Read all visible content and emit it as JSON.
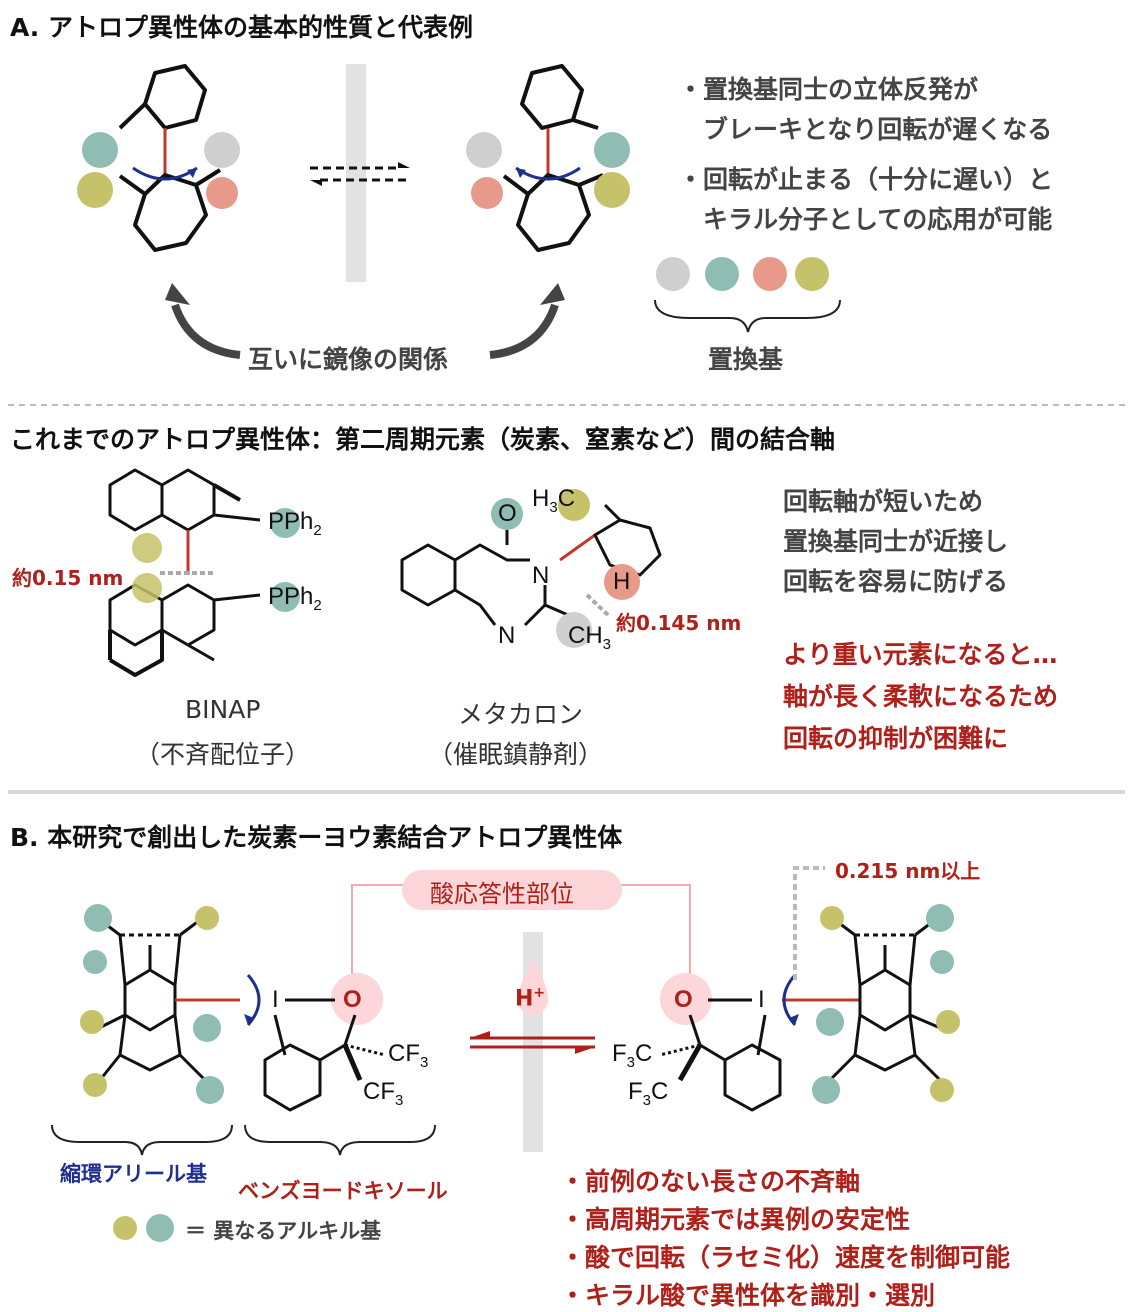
{
  "section_a": {
    "title": "A. アトロプ異性体の基本的性質と代表例",
    "bullet_1_line1": "・置換基同士の立体反発が",
    "bullet_1_line2": "ブレーキとなり回転が遅くなる",
    "bullet_2_line1": "・回転が止まる（十分に遅い）と",
    "bullet_2_line2": "キラル分子としての応用が可能",
    "substituent_label": "置換基",
    "mirror_label": "互いに鏡像の関係"
  },
  "section_prev": {
    "title": "これまでのアトロプ異性体：第二周期元素（炭素、窒素など）間の結合軸",
    "binap_name": "BINAP",
    "binap_desc": "（不斉配位子）",
    "binap_distance": "約0.15 nm",
    "binap_pph2": "PPh",
    "binap_sub": "2",
    "methaqualone_name": "メタカロン",
    "methaqualone_desc": "（催眠鎮静剤）",
    "methaqualone_distance": "約0.145 nm",
    "note_line1": "回転軸が短いため",
    "note_line2": "置換基同士が近接し",
    "note_line3": "回転を容易に防げる",
    "red_line1": "より重い元素になると…",
    "red_line2": "軸が長く柔軟になるため",
    "red_line3": "回転の抑制が困難に"
  },
  "section_b": {
    "title": "B. 本研究で創出した炭素ーヨウ素結合アトロプ異性体",
    "acid_site_label": "酸応答性部位",
    "distance_label": "0.215 nm以上",
    "proton_label": "H",
    "proton_charge": "+",
    "fused_aryl_label": "縮環アリール基",
    "benziodoxole_label": "ベンズヨードキソール",
    "alkyl_legend": "＝ 異なるアルキル基",
    "feature_1": "・前例のない長さの不斉軸",
    "feature_2": "・高周期元素では異例の安定性",
    "feature_3": "・酸で回転（ラセミ化）速度を制御可能",
    "feature_4": "・キラル酸で異性体を識別・選別"
  },
  "colors": {
    "grey_ball": "#cfcfcf",
    "teal_ball": "#8fbcb3",
    "salmon_ball": "#e89a8a",
    "olive_ball": "#c5c26a",
    "red_text": "#b0201a",
    "blue_text": "#1f2f8f",
    "pink_highlight": "#fcd6d8"
  }
}
